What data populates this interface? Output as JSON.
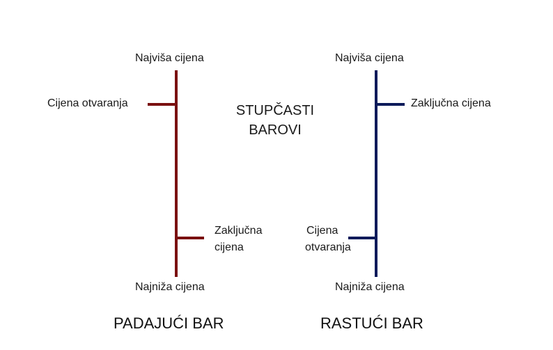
{
  "colors": {
    "falling_bar": "#7a1010",
    "rising_bar": "#0a1a5a",
    "text": "#1a1a1a"
  },
  "center_title": {
    "line1": "STUPČASTI",
    "line2": "BAROVI"
  },
  "falling_bar": {
    "high_label": "Najviša cijena",
    "open_label": "Cijena otvaranja",
    "close_label_line1": "Zaključna",
    "close_label_line2": "cijena",
    "low_label": "Najniža cijena",
    "caption": "PADAJUĆI BAR"
  },
  "rising_bar": {
    "high_label": "Najviša cijena",
    "close_label": "Zaključna cijena",
    "open_label_line1": "Cijena",
    "open_label_line2": "otvaranja",
    "low_label": "Najniža cijena",
    "caption": "RASTUĆI BAR"
  }
}
